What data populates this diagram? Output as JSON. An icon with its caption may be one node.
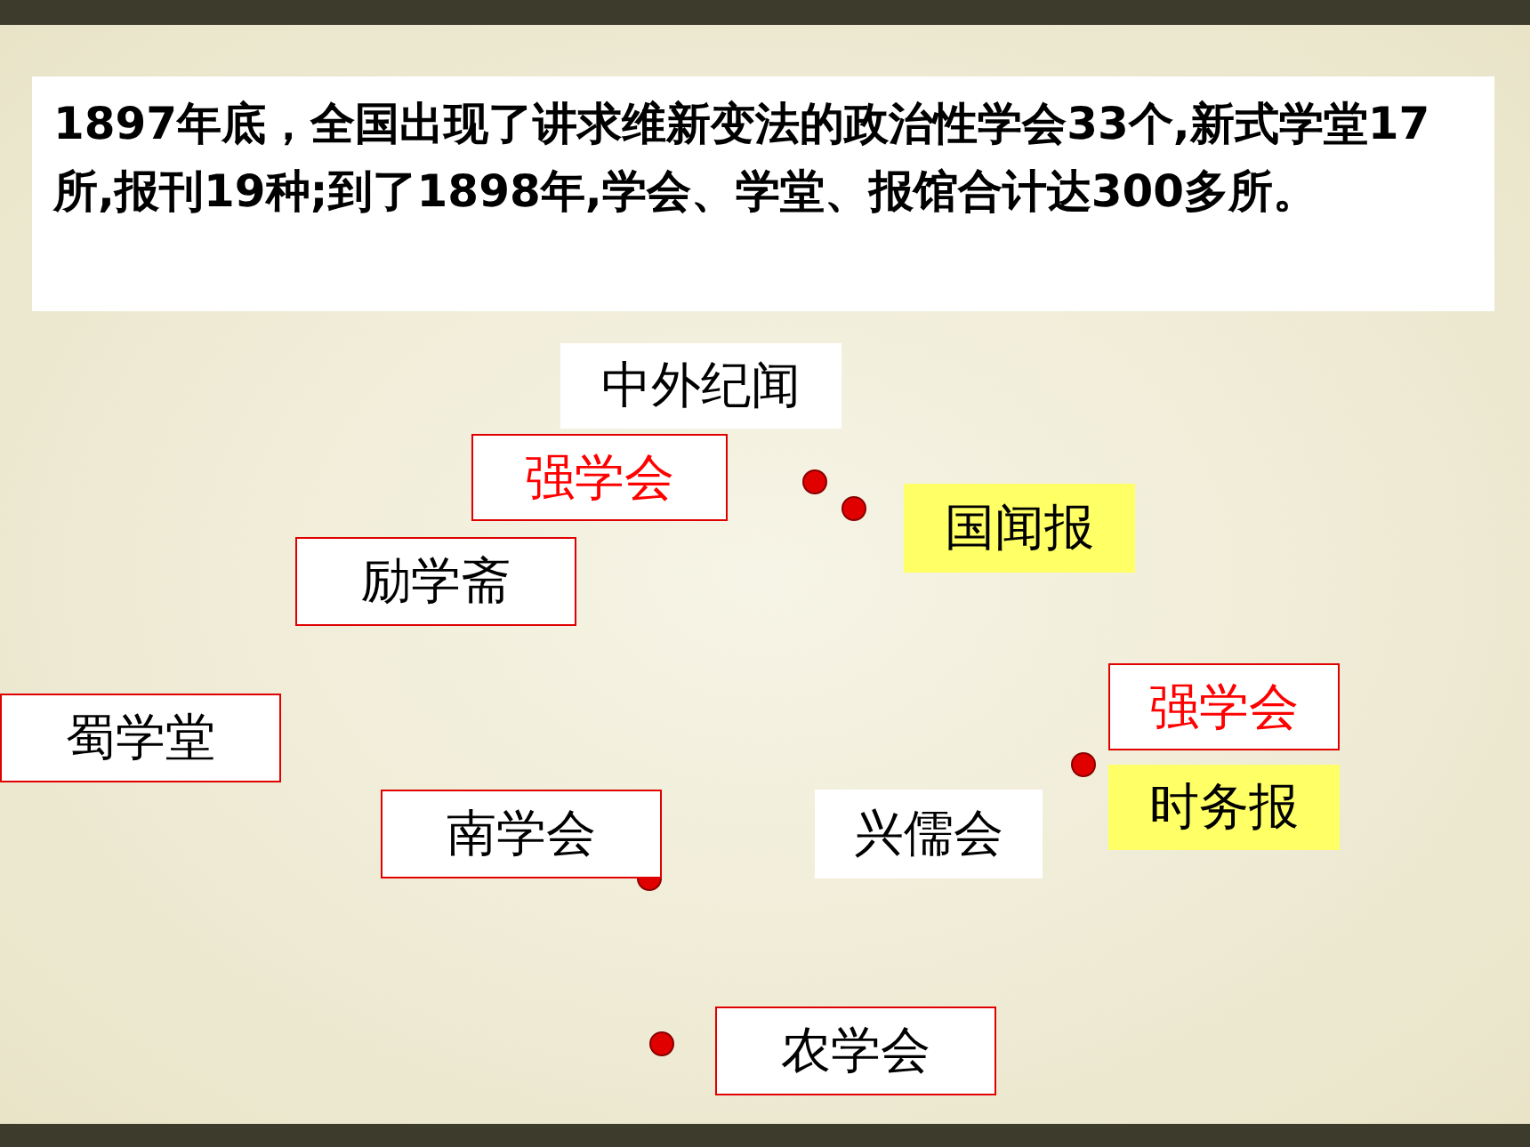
{
  "diagram": {
    "title": "1897年底，全国出现了讲求维新变法的政治性学会33个,新式学堂17所,报刊19种;到了1898年,学会、学堂、报馆合计达300多所。",
    "nodes": [
      {
        "text": [
          "中外纪闻"
        ]
      },
      {
        "text": [
          "强学会"
        ]
      },
      {
        "text": [
          "国闻报"
        ]
      },
      {
        "text": [
          "励学斋"
        ]
      },
      {
        "text": [
          "蜀学堂"
        ]
      },
      {
        "text": [
          "强学会"
        ]
      },
      {
        "text": [
          "时务报"
        ]
      },
      {
        "text": [
          "南学会"
        ]
      },
      {
        "text": [
          "兴儒会"
        ]
      },
      {
        "text": [
          "农学会"
        ]
      }
    ],
    "edges": []
  }
}
